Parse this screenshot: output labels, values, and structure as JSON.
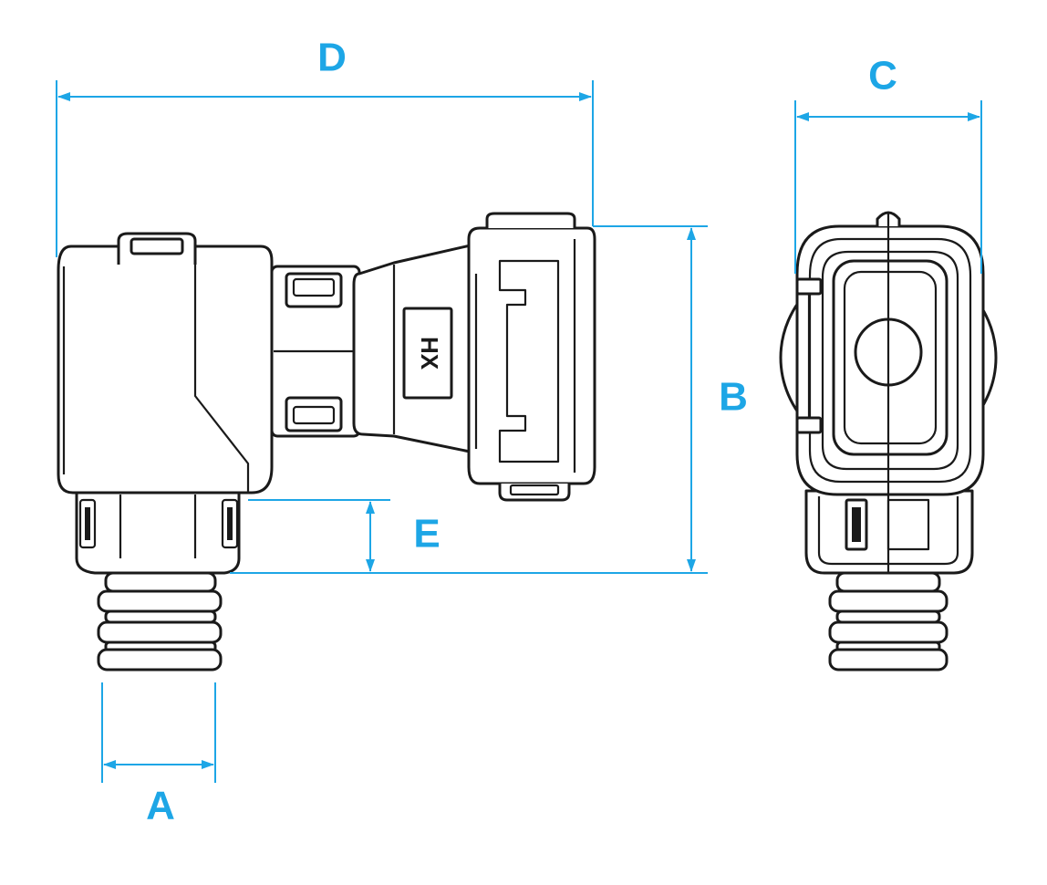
{
  "colors": {
    "dimension": "#1da6e6",
    "outline": "#1a1a1a",
    "background": "#ffffff"
  },
  "dimensions": {
    "A": "A",
    "B": "B",
    "C": "C",
    "D": "D",
    "E": "E"
  },
  "logo": {
    "text": "HX"
  }
}
